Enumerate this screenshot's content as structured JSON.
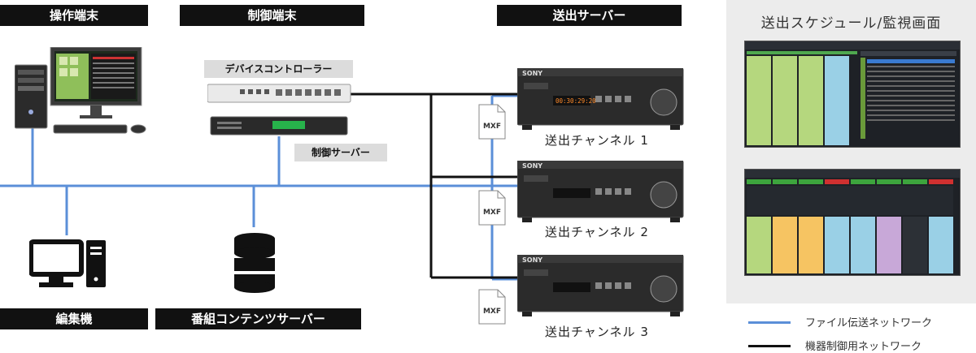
{
  "headers": {
    "operation_terminal": "操作端末",
    "control_terminal": "制御端末",
    "playout_server": "送出サーバー",
    "editor": "編集機",
    "content_server": "番組コンテンツサーバー"
  },
  "sub_labels": {
    "device_controller": "デバイスコントローラー",
    "control_server": "制御サーバー"
  },
  "channels": [
    "送出チャンネル 1",
    "送出チャンネル 2",
    "送出チャンネル 3"
  ],
  "device": {
    "brand": "SONY",
    "timecode": "00:30:29:20"
  },
  "file_icon_text": "MXF",
  "panel": {
    "title": "送出スケジュール/監視画面"
  },
  "legend": [
    {
      "label": "ファイル伝送ネットワーク",
      "color": "#5b8fd8"
    },
    {
      "label": "機器制御用ネットワーク",
      "color": "#111111"
    }
  ]
}
